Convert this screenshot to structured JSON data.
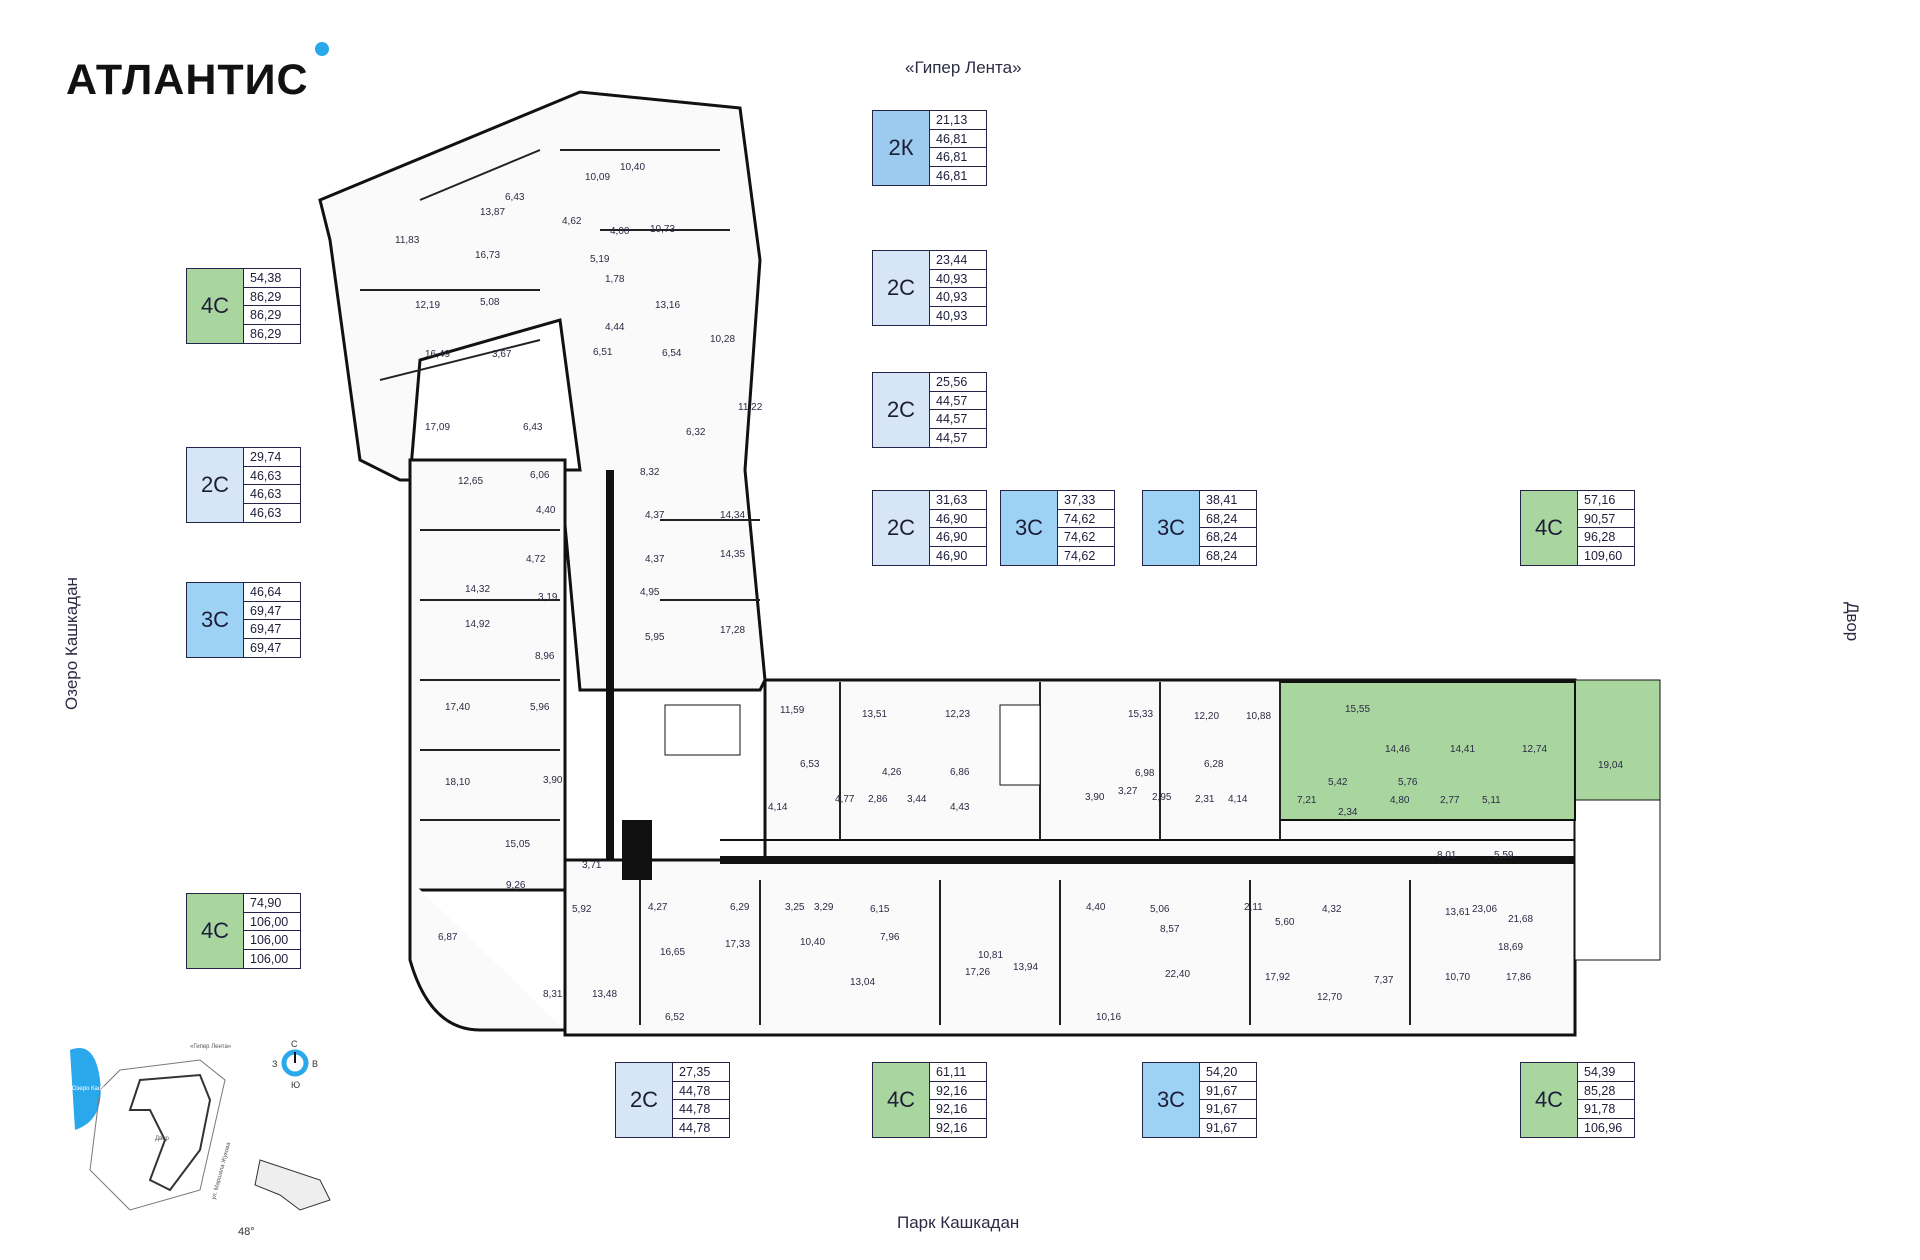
{
  "brand": {
    "name": "АТЛАНТИС"
  },
  "surroundings": {
    "top": "«Гипер Лента»",
    "left": "Озеро Кашкадан",
    "right": "Двор",
    "bottom": "Парк Кашкадан"
  },
  "colors": {
    "type_4c": "#a9d69f",
    "type_2c": "#d6e6f6",
    "type_3c": "#9dd2f4",
    "type_2k": "#9ccbef",
    "brand_dot": "#2aa8ec",
    "highlight": "#a9d69f"
  },
  "apartments": [
    {
      "type": "2К",
      "values": [
        "21,13",
        "46,81",
        "46,81",
        "46,81"
      ]
    },
    {
      "type": "4С",
      "values": [
        "54,38",
        "86,29",
        "86,29",
        "86,29"
      ]
    },
    {
      "type": "2С",
      "values": [
        "23,44",
        "40,93",
        "40,93",
        "40,93"
      ]
    },
    {
      "type": "2С",
      "values": [
        "25,56",
        "44,57",
        "44,57",
        "44,57"
      ]
    },
    {
      "type": "2С",
      "values": [
        "29,74",
        "46,63",
        "46,63",
        "46,63"
      ]
    },
    {
      "type": "2С",
      "values": [
        "31,63",
        "46,90",
        "46,90",
        "46,90"
      ]
    },
    {
      "type": "3С",
      "values": [
        "37,33",
        "74,62",
        "74,62",
        "74,62"
      ]
    },
    {
      "type": "3С",
      "values": [
        "38,41",
        "68,24",
        "68,24",
        "68,24"
      ]
    },
    {
      "type": "4С",
      "values": [
        "57,16",
        "90,57",
        "96,28",
        "109,60"
      ]
    },
    {
      "type": "3С",
      "values": [
        "46,64",
        "69,47",
        "69,47",
        "69,47"
      ]
    },
    {
      "type": "4С",
      "values": [
        "74,90",
        "106,00",
        "106,00",
        "106,00"
      ]
    },
    {
      "type": "2С",
      "values": [
        "27,35",
        "44,78",
        "44,78",
        "44,78"
      ]
    },
    {
      "type": "4С",
      "values": [
        "61,11",
        "92,16",
        "92,16",
        "92,16"
      ]
    },
    {
      "type": "3С",
      "values": [
        "54,20",
        "91,67",
        "91,67",
        "91,67"
      ]
    },
    {
      "type": "4С",
      "values": [
        "54,39",
        "85,28",
        "91,78",
        "106,96"
      ]
    }
  ],
  "rooms": [
    "10,40",
    "10,09",
    "6,43",
    "13,87",
    "11,83",
    "4,62",
    "4,00",
    "10,73",
    "16,73",
    "5,19",
    "1,78",
    "13,16",
    "12,19",
    "5,08",
    "4,44",
    "10,28",
    "16,49",
    "3,67",
    "6,51",
    "6,54",
    "11,22",
    "17,09",
    "6,43",
    "6,32",
    "12,65",
    "6,06",
    "8,32",
    "4,40",
    "4,37",
    "14,34",
    "4,72",
    "4,37",
    "14,35",
    "14,32",
    "3,19",
    "4,95",
    "14,92",
    "5,95",
    "17,28",
    "8,96",
    "17,40",
    "5,96",
    "11,59",
    "13,51",
    "12,23",
    "15,33",
    "12,20",
    "10,88",
    "15,55",
    "14,46",
    "14,41",
    "12,74",
    "19,04",
    "18,10",
    "3,90",
    "6,53",
    "4,26",
    "6,86",
    "6,98",
    "6,28",
    "5,42",
    "5,76",
    "4,14",
    "4,77",
    "2,86",
    "3,44",
    "4,43",
    "3,90",
    "3,27",
    "2,95",
    "2,31",
    "4,14",
    "7,21",
    "2,34",
    "4,80",
    "2,77",
    "5,11",
    "15,05",
    "3,71",
    "8,01",
    "5,59",
    "9,26",
    "5,92",
    "6,29",
    "4,27",
    "3,25",
    "3,29",
    "6,15",
    "5,06",
    "2,11",
    "4,40",
    "4,32",
    "23,06",
    "6,87",
    "16,65",
    "17,33",
    "10,40",
    "7,96",
    "10,81",
    "8,57",
    "5,60",
    "13,61",
    "21,68",
    "18,69",
    "8,31",
    "13,48",
    "13,04",
    "17,26",
    "13,94",
    "22,40",
    "17,92",
    "7,37",
    "10,70",
    "17,86",
    "6,52",
    "10,16",
    "12,70"
  ],
  "minimap": {
    "compass": {
      "n": "С",
      "s": "Ю",
      "w": "З",
      "e": "В"
    },
    "lake": "Озеро Кашкадан",
    "store": "«Гипер Лента»",
    "yard": "Двор",
    "street": "ул. Маршала Жукова",
    "angle": "48°"
  }
}
